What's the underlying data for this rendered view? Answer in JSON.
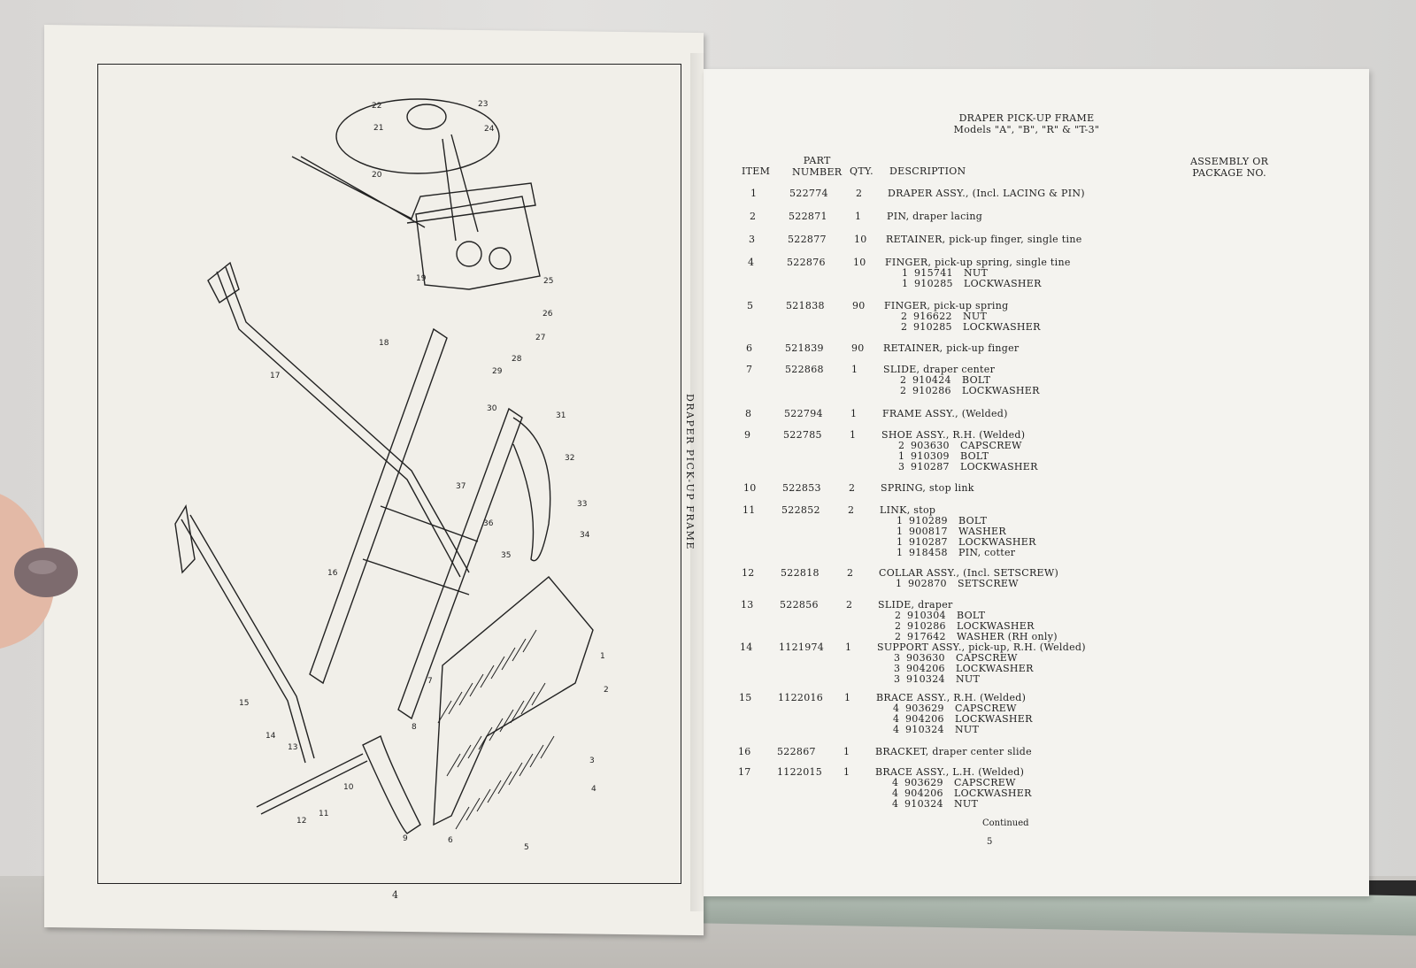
{
  "left_page": {
    "side_caption": "DRAPER PICK-UP FRAME",
    "page_number": "4",
    "callouts": [
      "1",
      "2",
      "3",
      "4",
      "5",
      "6",
      "7",
      "8",
      "9",
      "10",
      "11",
      "12",
      "13",
      "14",
      "15",
      "16",
      "17",
      "18",
      "19",
      "20",
      "21",
      "22",
      "23",
      "24",
      "25",
      "26",
      "27",
      "28",
      "29",
      "30",
      "31",
      "32",
      "33",
      "34",
      "35",
      "36",
      "37"
    ]
  },
  "right_page": {
    "title": "DRAPER PICK-UP FRAME",
    "subtitle": "Models \"A\", \"B\", \"R\" & \"T-3\"",
    "headers": {
      "item": "ITEM",
      "part_number": "PART\nNUMBER",
      "qty": "QTY.",
      "description": "DESCRIPTION",
      "assembly": "ASSEMBLY OR\nPACKAGE NO."
    },
    "rows": [
      {
        "item": "1",
        "part": "522774",
        "qty": "2",
        "desc": "DRAPER ASSY., (Incl. LACING & PIN)",
        "subs": []
      },
      {
        "item": "2",
        "part": "522871",
        "qty": "1",
        "desc": "PIN, draper lacing",
        "subs": []
      },
      {
        "item": "3",
        "part": "522877",
        "qty": "10",
        "desc": "RETAINER, pick-up finger, single tine",
        "subs": []
      },
      {
        "item": "4",
        "part": "522876",
        "qty": "10",
        "desc": "FINGER, pick-up spring, single tine",
        "subs": [
          [
            "1",
            "915741",
            "NUT"
          ],
          [
            "1",
            "910285",
            "LOCKWASHER"
          ]
        ]
      },
      {
        "item": "5",
        "part": "521838",
        "qty": "90",
        "desc": "FINGER, pick-up spring",
        "subs": [
          [
            "2",
            "916622",
            "NUT"
          ],
          [
            "2",
            "910285",
            "LOCKWASHER"
          ]
        ]
      },
      {
        "item": "6",
        "part": "521839",
        "qty": "90",
        "desc": "RETAINER, pick-up finger",
        "subs": []
      },
      {
        "item": "7",
        "part": "522868",
        "qty": "1",
        "desc": "SLIDE, draper center",
        "subs": [
          [
            "2",
            "910424",
            "BOLT"
          ],
          [
            "2",
            "910286",
            "LOCKWASHER"
          ]
        ]
      },
      {
        "item": "8",
        "part": "522794",
        "qty": "1",
        "desc": "FRAME ASSY., (Welded)",
        "subs": []
      },
      {
        "item": "9",
        "part": "522785",
        "qty": "1",
        "desc": "SHOE ASSY., R.H. (Welded)",
        "subs": [
          [
            "2",
            "903630",
            "CAPSCREW"
          ],
          [
            "1",
            "910309",
            "BOLT"
          ],
          [
            "3",
            "910287",
            "LOCKWASHER"
          ]
        ]
      },
      {
        "item": "10",
        "part": "522853",
        "qty": "2",
        "desc": "SPRING, stop link",
        "subs": []
      },
      {
        "item": "11",
        "part": "522852",
        "qty": "2",
        "desc": "LINK, stop",
        "subs": [
          [
            "1",
            "910289",
            "BOLT"
          ],
          [
            "1",
            "900817",
            "WASHER"
          ],
          [
            "1",
            "910287",
            "LOCKWASHER"
          ],
          [
            "1",
            "918458",
            "PIN, cotter"
          ]
        ]
      },
      {
        "item": "12",
        "part": "522818",
        "qty": "2",
        "desc": "COLLAR ASSY., (Incl. SETSCREW)",
        "subs": [
          [
            "1",
            "902870",
            "SETSCREW"
          ]
        ]
      },
      {
        "item": "13",
        "part": "522856",
        "qty": "2",
        "desc": "SLIDE, draper",
        "subs": [
          [
            "2",
            "910304",
            "BOLT"
          ],
          [
            "2",
            "910286",
            "LOCKWASHER"
          ],
          [
            "2",
            "917642",
            "WASHER (RH only)"
          ]
        ]
      },
      {
        "item": "14",
        "part": "1121974",
        "qty": "1",
        "desc": "SUPPORT ASSY., pick-up, R.H. (Welded)",
        "subs": [
          [
            "3",
            "903630",
            "CAPSCREW"
          ],
          [
            "3",
            "904206",
            "LOCKWASHER"
          ],
          [
            "3",
            "910324",
            "NUT"
          ]
        ]
      },
      {
        "item": "15",
        "part": "1122016",
        "qty": "1",
        "desc": "BRACE ASSY., R.H. (Welded)",
        "subs": [
          [
            "4",
            "903629",
            "CAPSCREW"
          ],
          [
            "4",
            "904206",
            "LOCKWASHER"
          ],
          [
            "4",
            "910324",
            "NUT"
          ]
        ]
      },
      {
        "item": "16",
        "part": "522867",
        "qty": "1",
        "desc": "BRACKET, draper center slide",
        "subs": []
      },
      {
        "item": "17",
        "part": "1122015",
        "qty": "1",
        "desc": "BRACE ASSY., L.H. (Welded)",
        "subs": [
          [
            "4",
            "903629",
            "CAPSCREW"
          ],
          [
            "4",
            "904206",
            "LOCKWASHER"
          ],
          [
            "4",
            "910324",
            "NUT"
          ]
        ]
      }
    ],
    "continued": "Continued",
    "page_number": "5"
  }
}
